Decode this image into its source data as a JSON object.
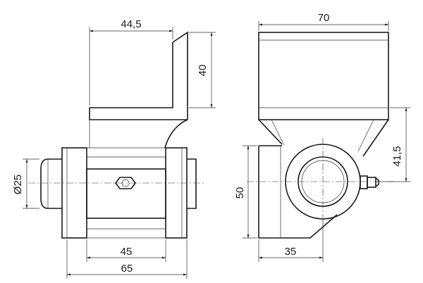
{
  "drawing": {
    "dimensions": {
      "front_width_top": "44,5",
      "front_height_top": "40",
      "diameter": "Ø25",
      "inner_width": "45",
      "overall_width": "65",
      "side_width": "70",
      "side_height_right": "41,5",
      "side_height_left": "50",
      "side_bottom": "35"
    }
  }
}
